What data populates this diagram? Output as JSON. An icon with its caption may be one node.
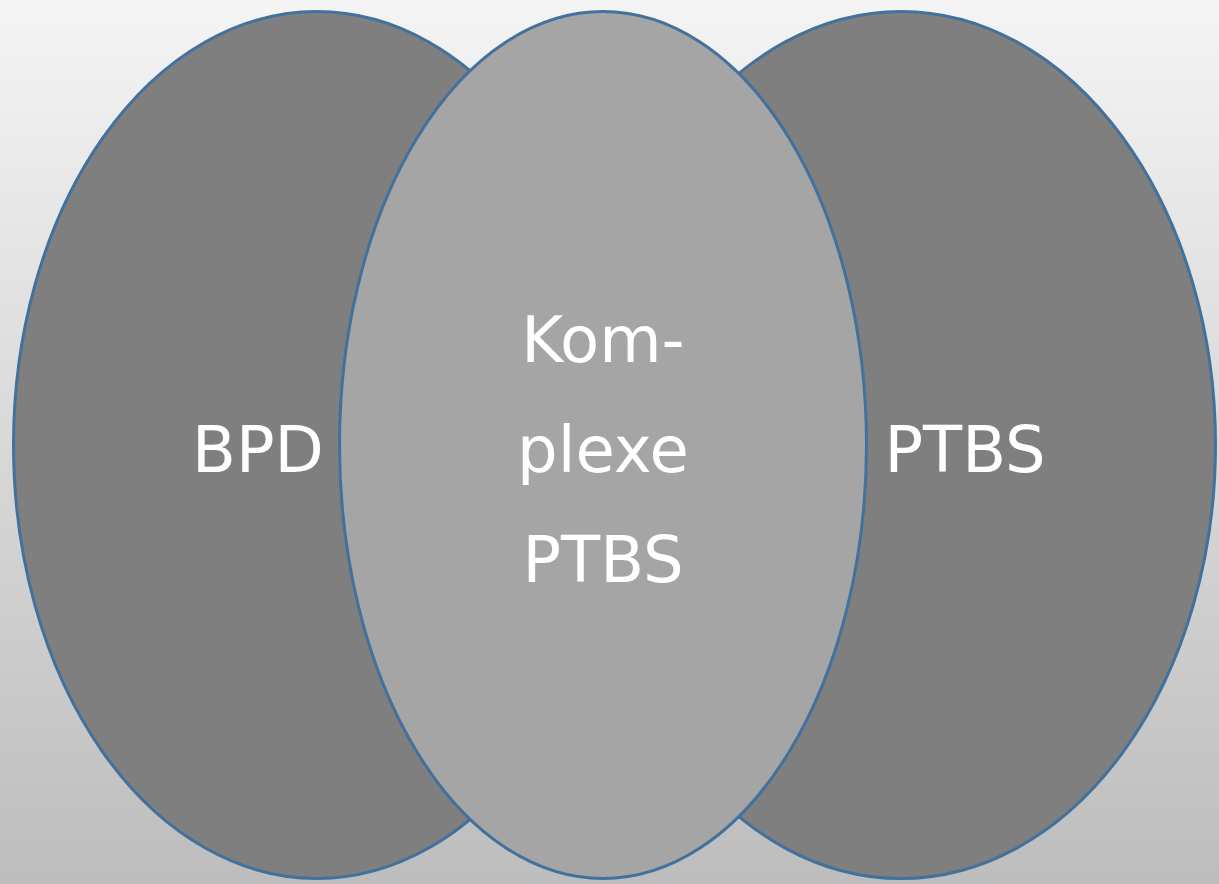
{
  "diagram": {
    "nodes": [
      {
        "text": [
          "BPD"
        ]
      },
      {
        "text": [
          "PTBS"
        ]
      },
      {
        "text": [
          "Kom- plexe PTBS"
        ]
      }
    ]
  }
}
